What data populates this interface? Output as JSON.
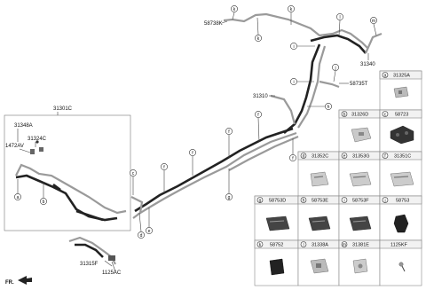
{
  "fr_label": "FR.",
  "labels": {
    "p58738K": "58738K",
    "p31340": "31340",
    "p58735T": "58735T",
    "p31310": "31310",
    "p31301C": "31301C",
    "p31348A": "31348A",
    "p31324C": "31324C",
    "p1472AV": "1472AV",
    "p31315F": "31315F",
    "p1125AC": "1125AC"
  },
  "callouts": [
    "k",
    "k",
    "l",
    "m",
    "k",
    "i",
    "j",
    "i",
    "h",
    "f",
    "f",
    "f",
    "e",
    "d",
    "c",
    "g",
    "a",
    "b"
  ],
  "parts_table": {
    "rows": [
      [
        {
          "letter": "a",
          "code": "31325A"
        }
      ],
      [
        {
          "letter": "b",
          "code": "31326D"
        },
        {
          "letter": "c",
          "code": "58723"
        }
      ],
      [
        {
          "letter": "d",
          "code": "31352C"
        },
        {
          "letter": "e",
          "code": "31353G"
        },
        {
          "letter": "f",
          "code": "31351C"
        }
      ],
      [
        {
          "letter": "g",
          "code": "58753D"
        },
        {
          "letter": "h",
          "code": "58753E"
        },
        {
          "letter": "i",
          "code": "58753F"
        },
        {
          "letter": "j",
          "code": "58753"
        }
      ],
      [
        {
          "letter": "k",
          "code": "58752"
        },
        {
          "letter": "l",
          "code": "31338A"
        },
        {
          "letter": "m",
          "code": "31381E"
        },
        {
          "letter": "",
          "code": "1125KF"
        }
      ]
    ]
  }
}
